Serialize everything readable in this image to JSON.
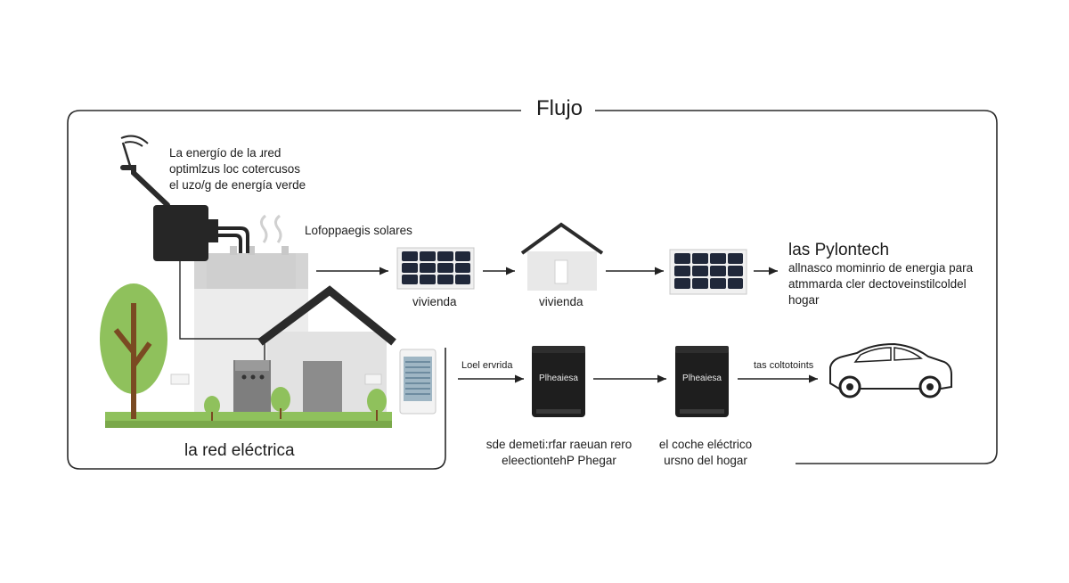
{
  "title": "Flujo",
  "grid_note": {
    "line1": "La energío de la ɹred",
    "line2": "optimlzus loc cotercusos",
    "line3": "el uzo/g de energía verde"
  },
  "panels_label": "Lofoppaegis solares",
  "grid_label": "la red eléctrica",
  "solar_caption": "vivienda",
  "house_caption": "vivienda",
  "pylontech": {
    "title": "las Pylontech",
    "desc1": "allnasco mominrio de energia para",
    "desc2": "atmmarda cler dectoveinstilcoldel",
    "desc3": "hogar"
  },
  "row2": {
    "left_label": "Loel ervrida",
    "battery1_label": "Plheaiesa",
    "battery2_label": "Plheaiesa",
    "car_label": "tas coltotoints",
    "battery1_caption1": "sde demeti:rfar raeuan rero",
    "battery1_caption2": "eleectiontehP Phegar",
    "battery2_caption1": "el coche eléctrico",
    "battery2_caption2": "ursno del hogar"
  },
  "colors": {
    "frame": "#2a2a2a",
    "tree_green": "#8fc15c",
    "tree_trunk": "#7a4a22",
    "panel_blue": "#20283a",
    "battery": "#1e1e1e",
    "wall": "#e8e8e8",
    "roof": "#2b2b2b"
  }
}
